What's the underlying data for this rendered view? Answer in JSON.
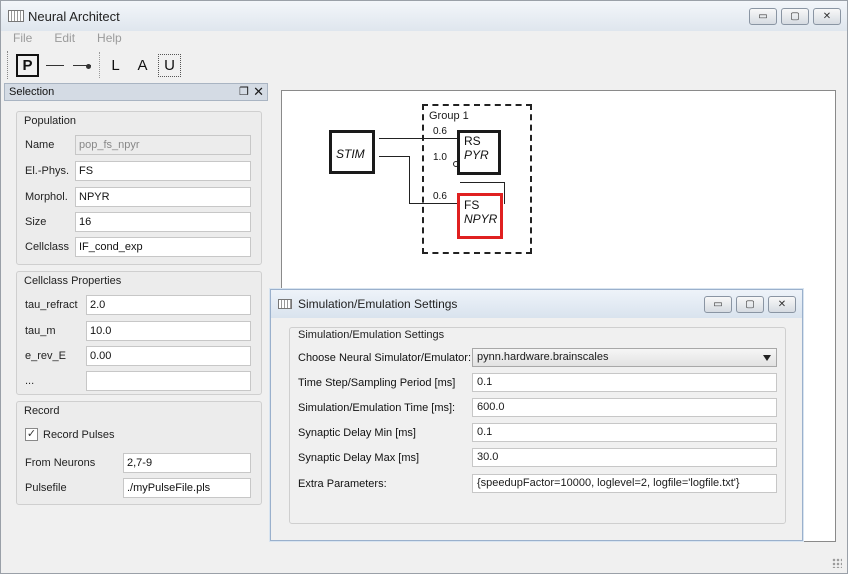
{
  "window": {
    "title": "Neural Architect",
    "minimize": "▭",
    "maximize": "▢",
    "close": "✕"
  },
  "menu": [
    "File",
    "Edit",
    "Help"
  ],
  "toolbar": {
    "population": "P",
    "layer": "L",
    "assembly": "A",
    "unit": "U"
  },
  "selection_dock": {
    "title": "Selection",
    "population": {
      "title": "Population",
      "name_label": "Name",
      "name_value": "pop_fs_npyr",
      "elphys_label": "El.-Phys.",
      "elphys_value": "FS",
      "morphol_label": "Morphol.",
      "morphol_value": "NPYR",
      "size_label": "Size",
      "size_value": "16",
      "cellclass_label": "Cellclass",
      "cellclass_value": "IF_cond_exp"
    },
    "cellclass_props": {
      "title": "Cellclass Properties",
      "rows": [
        {
          "label": "tau_refract",
          "value": "2.0"
        },
        {
          "label": "tau_m",
          "value": "10.0"
        },
        {
          "label": "e_rev_E",
          "value": "0.00"
        },
        {
          "label": "...",
          "value": ""
        }
      ]
    },
    "record": {
      "title": "Record",
      "record_pulses_label": "Record Pulses",
      "record_pulses_checked": true,
      "from_neurons_label": "From Neurons",
      "from_neurons_value": "2,7-9",
      "pulsefile_label": "Pulsefile",
      "pulsefile_value": "./myPulseFile.pls"
    }
  },
  "canvas": {
    "group_label": "Group 1",
    "stim": "STIM",
    "rs_title": "RS",
    "rs_sub": "PYR",
    "fs_title": "FS",
    "fs_sub": "NPYR",
    "w_stim_rs": "0.6",
    "w_fs_rs": "1.0",
    "w_stim_fs": "0.6",
    "highlight_color": "#e02020"
  },
  "dialog": {
    "title": "Simulation/Emulation Settings",
    "frame_title": "Simulation/Emulation Settings",
    "simulator_label": "Choose Neural Simulator/Emulator:",
    "simulator_value": "pynn.hardware.brainscales",
    "timestep_label": "Time Step/Sampling Period [ms]",
    "timestep_value": "0.1",
    "simtime_label": "Simulation/Emulation Time [ms]:",
    "simtime_value": "600.0",
    "delaymin_label": "Synaptic Delay Min [ms]",
    "delaymin_value": "0.1",
    "delaymax_label": "Synaptic Delay Max [ms]",
    "delaymax_value": "30.0",
    "extra_label": "Extra Parameters:",
    "extra_value": "{speedupFactor=10000, loglevel=2, logfile='logfile.txt'}"
  }
}
